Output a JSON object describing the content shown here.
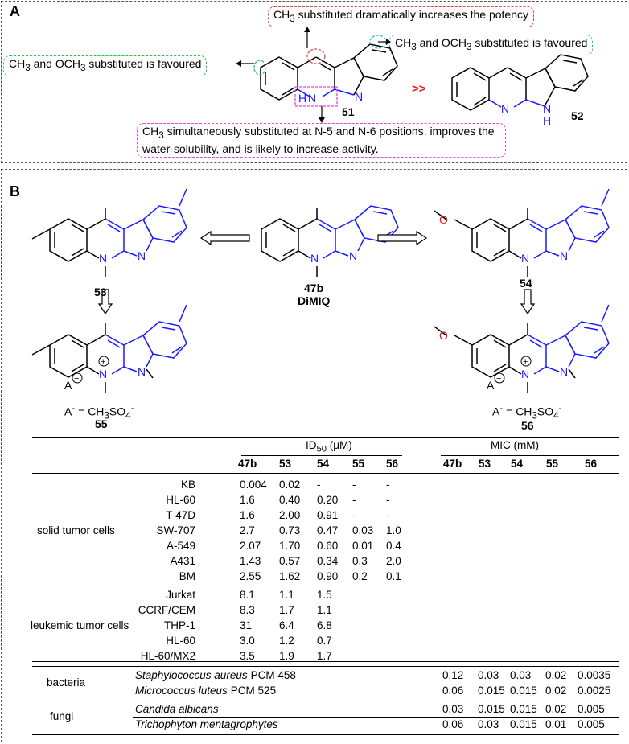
{
  "panelA": {
    "label": "A",
    "callout_top": "CH3 substituted dramatically increases the potency",
    "callout_right": "CH3 and OCH3 substituted is favoured",
    "callout_left": "CH3 and OCH3 substituted is favoured",
    "callout_bottom": "CH3 simultaneously substituted at N-5 and N-6 positions, improves the water-solubility, and is likely to increase activity.",
    "compound_left": "51",
    "compound_right": "52",
    "arrow_symbol": ">>",
    "nh_label": "N",
    "h_label": "H",
    "colors": {
      "red": "#e8434b",
      "cyan": "#1fc1d8",
      "green": "#1ec24a",
      "magenta": "#e04bd6",
      "blue": "#1a1aff"
    }
  },
  "panelB": {
    "label": "B",
    "compounds": {
      "c53": "53",
      "c47b": "47b",
      "c47b_name": "DiMIQ",
      "c54": "54",
      "c55": "55",
      "c56": "56"
    },
    "anion_text": "A- = CH3SO4-",
    "anion_symbol": "A",
    "atom_N": "N",
    "plus": "+",
    "minus": "−",
    "table": {
      "group_id50": "ID50 (μM)",
      "group_mic": "MIC (mM)",
      "id50_cols": [
        "47b",
        "53",
        "54",
        "55",
        "56"
      ],
      "mic_cols": [
        "47b",
        "53",
        "54",
        "55",
        "56"
      ],
      "sections": [
        {
          "name": "solid tumor cells",
          "rows": [
            {
              "label": "KB",
              "values": [
                "0.004",
                "0.02",
                "-",
                "-",
                "-"
              ]
            },
            {
              "label": "HL-60",
              "values": [
                "1.6",
                "0.40",
                "0.20",
                "-",
                "-"
              ]
            },
            {
              "label": "T-47D",
              "values": [
                "1.6",
                "2.00",
                "0.91",
                "-",
                "-"
              ]
            },
            {
              "label": "SW-707",
              "values": [
                "2.7",
                "0.73",
                "0.47",
                "0.03",
                "1.0"
              ]
            },
            {
              "label": "A-549",
              "values": [
                "2.07",
                "1.70",
                "0.60",
                "0.01",
                "0.4"
              ]
            },
            {
              "label": "A431",
              "values": [
                "1.43",
                "0.57",
                "0.34",
                "0.3",
                "2.0"
              ]
            },
            {
              "label": "BM",
              "values": [
                "2.55",
                "1.62",
                "0.90",
                "0.2",
                "0.1"
              ]
            }
          ]
        },
        {
          "name": "leukemic tumor cells",
          "rows": [
            {
              "label": "Jurkat",
              "values": [
                "8.1",
                "1.1",
                "1.5"
              ]
            },
            {
              "label": "CCRF/CEM",
              "values": [
                "8.3",
                "1.7",
                "1.1"
              ]
            },
            {
              "label": "THP-1",
              "values": [
                "31",
                "6.4",
                "6.8"
              ]
            },
            {
              "label": "HL-60",
              "values": [
                "3.0",
                "1.2",
                "0.7"
              ]
            },
            {
              "label": "HL-60/MX2",
              "values": [
                "3.5",
                "1.9",
                "1.7"
              ]
            }
          ]
        }
      ],
      "mic_sections": [
        {
          "name": "bacteria",
          "rows": [
            {
              "organism": "Staphylococcus aureus",
              "strain": "PCM 458",
              "values": [
                "0.12",
                "0.03",
                "0.03",
                "0.02",
                "0.0035"
              ]
            },
            {
              "organism": "Micrococcus luteus",
              "strain": "PCM 525",
              "values": [
                "0.06",
                "0.015",
                "0.015",
                "0.02",
                "0.0025"
              ]
            }
          ]
        },
        {
          "name": "fungi",
          "rows": [
            {
              "organism": "Candida albicans",
              "strain": "",
              "values": [
                "0.03",
                "0.015",
                "0.015",
                "0.02",
                "0.005"
              ]
            },
            {
              "organism": "Trichophyton mentagrophytes",
              "strain": "",
              "values": [
                "0.06",
                "0.03",
                "0.015",
                "0.01",
                "0.005"
              ]
            }
          ]
        }
      ]
    }
  }
}
